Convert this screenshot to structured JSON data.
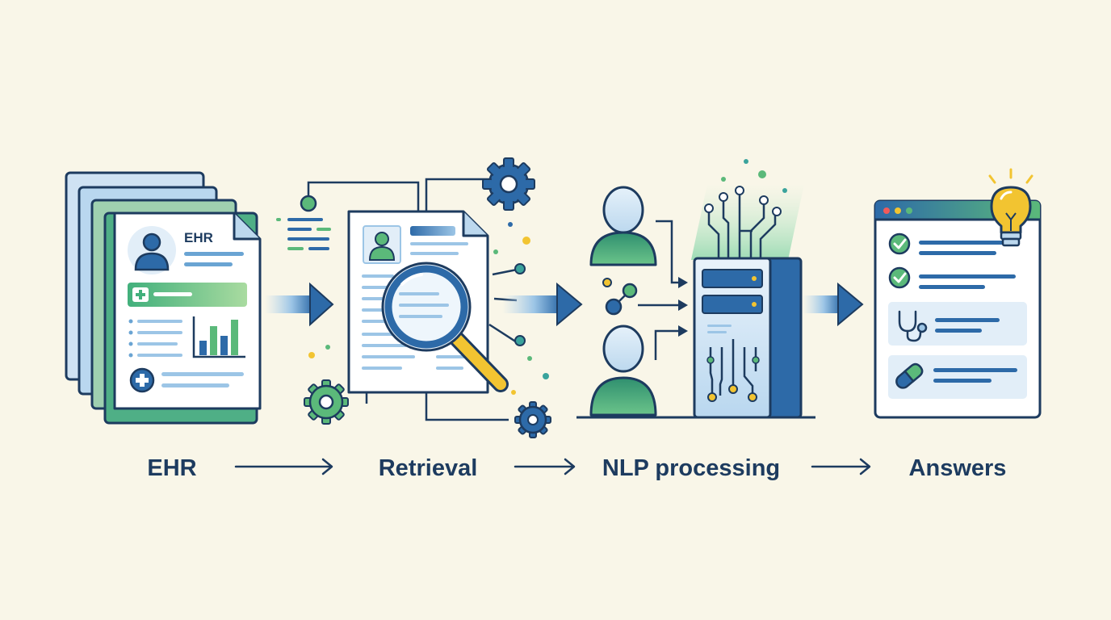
{
  "stages": [
    {
      "id": "ehr",
      "label": "EHR",
      "card_tag": "EHR"
    },
    {
      "id": "retrieval",
      "label": "Retrieval"
    },
    {
      "id": "nlp",
      "label": "NLP processing"
    },
    {
      "id": "answers",
      "label": "Answers"
    }
  ],
  "colors": {
    "background": "#f9f6e8",
    "navy": "#1d3b5f",
    "blue": "#2d6aa8",
    "green": "#5bb97a",
    "teal": "#3aa39c",
    "light_blue": "#e6f0f8",
    "yellow": "#f2c431"
  },
  "icons": [
    "ehr-document-stack-icon",
    "patient-avatar-icon",
    "medical-cross-icon",
    "bar-chart-icon",
    "document-icon",
    "magnifying-glass-icon",
    "gear-icon",
    "person-icon",
    "network-nodes-icon",
    "server-icon",
    "circuit-icon",
    "browser-window-icon",
    "checkmark-icon",
    "stethoscope-icon",
    "pill-icon",
    "lightbulb-icon",
    "flow-arrow-icon"
  ]
}
